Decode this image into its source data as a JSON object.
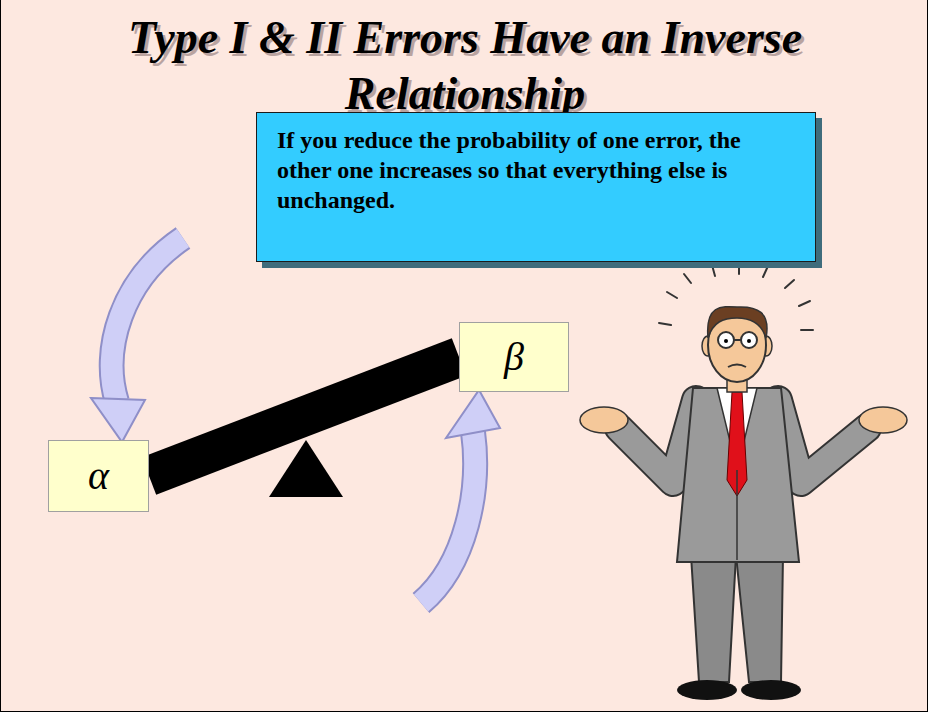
{
  "diagram": {
    "title": "Type I & II Errors Have an Inverse Relationship",
    "nodes": [
      {
        "text": [
          "If you reduce the probability of one error, the other one increases so that everything else is unchanged."
        ]
      },
      {
        "text": [
          "α"
        ]
      },
      {
        "text": [
          "β"
        ]
      }
    ],
    "edges": [
      {
        "from": 1,
        "to": 2,
        "arrow": "none"
      }
    ]
  }
}
